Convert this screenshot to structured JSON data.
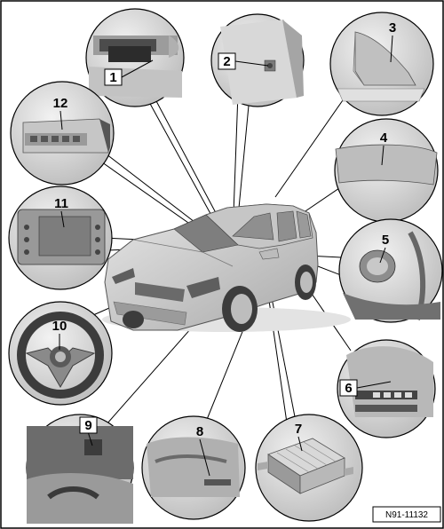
{
  "callouts": [
    {
      "number": "1"
    },
    {
      "number": "2"
    },
    {
      "number": "3"
    },
    {
      "number": "4"
    },
    {
      "number": "5"
    },
    {
      "number": "6"
    },
    {
      "number": "7"
    },
    {
      "number": "8"
    },
    {
      "number": "9"
    },
    {
      "number": "10"
    },
    {
      "number": "11"
    },
    {
      "number": "12"
    }
  ],
  "figure_ref": "N91-11132",
  "colors": {
    "line": "#000000",
    "body": "#d2d2d2",
    "shade": "#a8a8a8",
    "dark": "#5a5a5a"
  }
}
